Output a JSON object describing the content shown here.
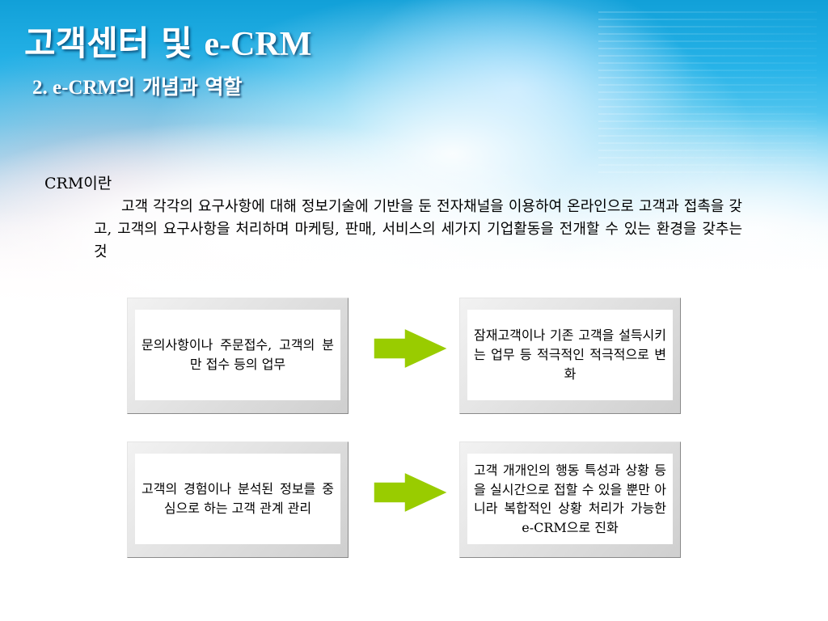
{
  "header": {
    "title_korean": "고객센터 및",
    "title_latin": "e-CRM",
    "subtitle_latin": "2. e-CRM",
    "subtitle_korean": "의 개념과 역할"
  },
  "definition": {
    "heading": "CRM이란",
    "text": "고객 각각의 요구사항에 대해 정보기술에 기반을 둔 전자채널을 이용하여 온라인으로 고객과 접촉을 갖고, 고객의 요구사항을 처리하며 마케팅, 판매, 서비스의 세가지 기업활동을 전개할 수 있는 환경을 갖추는 것"
  },
  "comparison": {
    "rows": [
      {
        "before": "문의사항이나 주문접수, 고객의 분만 접수 등의 업무",
        "after": "잠재고객이나 기존 고객을 설득시키는 업무 등 적극적인 적극적으로 변화"
      },
      {
        "before": "고객의 경험이나 분석된 정보를 중심으로 하는 고객 관계 관리",
        "after": "고객 개개인의 행동 특성과 상황 등을 실시간으로 접할 수 있을 뿐만 아니라 복합적인 상황 처리가 가능한 e-CRM으로 진화"
      }
    ],
    "arrow_color": "#99cc00",
    "arrow_icon": "right-arrow-icon"
  }
}
